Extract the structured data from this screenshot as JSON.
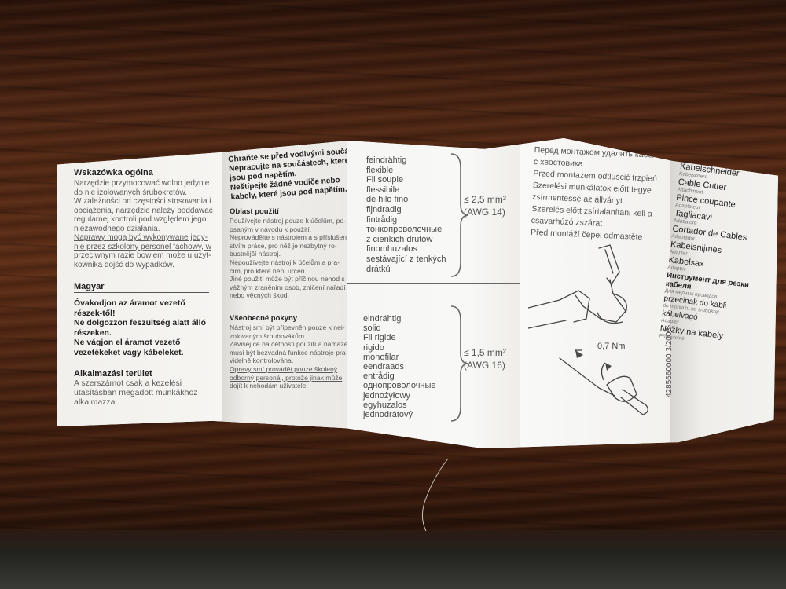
{
  "panel1": {
    "heading": "Wskazówka ogólna",
    "lines": [
      "Narzędzie przymocować wolno jedynie",
      "do nie izolowanych śrubokrętów.",
      "W zależności od częstości stosowania i",
      "obciążenia, narzędzie należy poddawać",
      "regularnej kontroli pod względem jego",
      "niezawodnego działania.",
      "Naprawy mogą być wykonywane jedy-",
      "nie przez szkolony personel fachowy, w",
      "przeciwnym razie bowiem może u użyt-",
      "kownika dojść do wypadków."
    ],
    "lang": "Magyar",
    "warn": [
      "Óvakodjon az áramot vezető",
      "részek-től!",
      "Ne dolgozzon feszültség alatt álló",
      "részeken.",
      "Ne vágjon el áramot vezető",
      "vezetékeket vagy kábeleket."
    ],
    "area_heading": "Alkalmazási terület",
    "area": [
      "A szerszámot csak a kezelési",
      "utasításban megadott munkákhoz",
      "alkalmazza."
    ]
  },
  "panel2": {
    "top": [
      "Chraňte se před vodivými součástmi",
      "Nepracujte na součástech, které",
      "jsou pod napětím.",
      "Neštípejte žádné vodiče nebo",
      "kabely, které jsou pod napětím."
    ],
    "use_heading": "Oblast použití",
    "use": [
      "Používejte nástroj pouze k účelům, po-",
      "psaným v návodu k použití.",
      "Neprovádějte s nástrojem a s příslušen-",
      "stvím práce, pro něž je nezbytný ro-",
      "bustnější nástroj.",
      "Nepoužívejte nástroj k účelům a pra-",
      "cím, pro které není určen.",
      "Jiné použití může být příčinou nehod s",
      "vážným zraněním osob, zničení nářadí",
      "nebo věcných škod."
    ],
    "gen_heading": "Všeobecné pokyny",
    "gen": [
      "Nástroj smí být připevněn pouze k nei-",
      "zolovaným šroubovákům.",
      "Závisejíce na četnosti použití a námaze,",
      "musí být bezvadná funkce nástroje pra-",
      "videlně kontrolována.",
      "Opravy smí provádět pouze školený",
      "odborný personál, protože jinak může",
      "dojít k nehodám uživatele."
    ]
  },
  "panel3": {
    "flexible": [
      "feindrähtig",
      "flexible",
      "Fil souple",
      "flessibile",
      "de hilo fino",
      "fijndradig",
      "fintrådig",
      "тонкопроволочные",
      "z cienkich drutów",
      "finomhuzalos",
      "sestávající z tenkých",
      "drátků"
    ],
    "flex_size": "≤ 2,5 mm²",
    "flex_awg": "(AWG 14)",
    "solid": [
      "eindrähtig",
      "solid",
      "Fil rigide",
      "rigido",
      "monofilar",
      "eendraads",
      "entrådig",
      "однопроволочные",
      "jednożyłowy",
      "egyhuzalos",
      "jednodrátový"
    ],
    "solid_size": "≤ 1,5 mm²",
    "solid_awg": "(AWG 16)"
  },
  "panel4": {
    "lines": [
      "Перед монтажом удалить кабель",
      "с хвостовика",
      "Przed montażem odtluścić trzpień",
      "Szerelési munkálatok előtt tegye",
      "zsírmentessé az állványt",
      "Szerelés előtt zsírtalanítani kell a",
      "csavarhúzó  zszárat",
      "Před montáží čepel odmastěte"
    ],
    "torque": "0,7 Nm"
  },
  "panel5": {
    "items": [
      {
        "name": "Kabelschneider",
        "sub": "Kabelschere"
      },
      {
        "name": "Cable Cutter",
        "sub": "Attachment"
      },
      {
        "name": "Pince coupante",
        "sub": "Adaptateur"
      },
      {
        "name": "Tagliacavi",
        "sub": "Adattatore"
      },
      {
        "name": "Cortador de Cables",
        "sub": "Adaptador"
      },
      {
        "name": "Kabelsnijmes",
        "sub": "Adapter"
      },
      {
        "name": "Kabelsax",
        "sub": "Adapter"
      },
      {
        "name": "Инструмент для резки кабеля",
        "sub": "Для мерных проводов"
      },
      {
        "name": "przecinak do kabli",
        "sub": "do montażu na śrubokręt"
      },
      {
        "name": "kábelvágó",
        "sub": "Adapter"
      },
      {
        "name": "Nůžky na kabely",
        "sub": "Připojitelné"
      }
    ],
    "code": "4285660000 3/2003"
  }
}
